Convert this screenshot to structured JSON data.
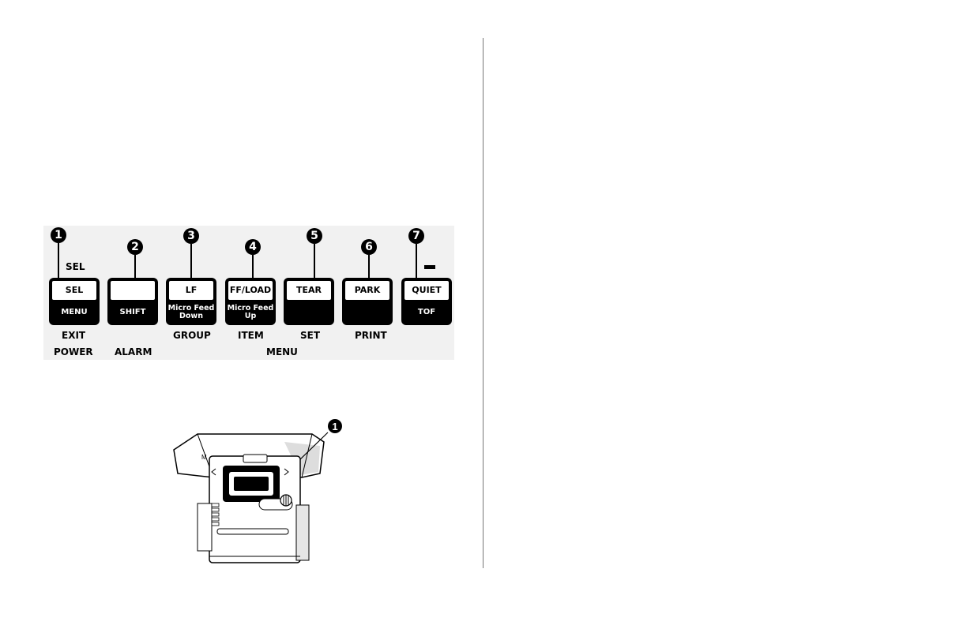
{
  "callouts": [
    "1",
    "2",
    "3",
    "4",
    "5",
    "6",
    "7"
  ],
  "above_labels": {
    "sel": "SEL"
  },
  "keys": [
    {
      "top": "SEL",
      "bottom": "MENU"
    },
    {
      "top": "",
      "bottom": "SHIFT"
    },
    {
      "top": "LF",
      "bottom": "Micro Feed Down"
    },
    {
      "top": "FF/LOAD",
      "bottom": "Micro Feed Up"
    },
    {
      "top": "TEAR",
      "bottom": ""
    },
    {
      "top": "PARK",
      "bottom": ""
    },
    {
      "top": "QUIET",
      "bottom": "TOF"
    }
  ],
  "below_labels": {
    "exit": "EXIT",
    "power": "POWER",
    "alarm": "ALARM",
    "group": "GROUP",
    "item": "ITEM",
    "set": "SET",
    "print": "PRINT",
    "menu": "MENU"
  },
  "ribbon": {
    "callout": "1",
    "mark_m": "M"
  }
}
